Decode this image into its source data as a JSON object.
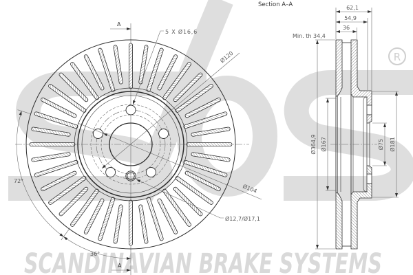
{
  "front_view": {
    "section_marker_top": "A",
    "section_marker_bottom": "A",
    "bolt_holes_label": "5 X Ø16,6",
    "bolt_circle_label": "Ø120",
    "hub_diameter_label": "Ø104",
    "screw_hole_label": "Ø12,7/Ø17,1",
    "bolt_pitch_angle": "72°",
    "half_pitch_angle": "36°"
  },
  "section_view": {
    "title": "Section A–A",
    "overall_height": "62,1",
    "hat_depth": "54,9",
    "disc_thickness": "36",
    "min_thickness_label": "Min. th 34,4",
    "outer_diameter": "Ø364,9",
    "hat_inner_diameter": "Ø167",
    "center_bore": "Ø75",
    "hat_outer_diameter": "Ø181"
  },
  "branding": {
    "watermark_logo": "sbs",
    "watermark_text": "SCANDINAVIAN BRAKE SYSTEMS",
    "registered_mark": "R"
  },
  "colors": {
    "line": "#2e2e2e",
    "dimension": "#5a5a5a",
    "watermark": "#dcdcdc"
  }
}
